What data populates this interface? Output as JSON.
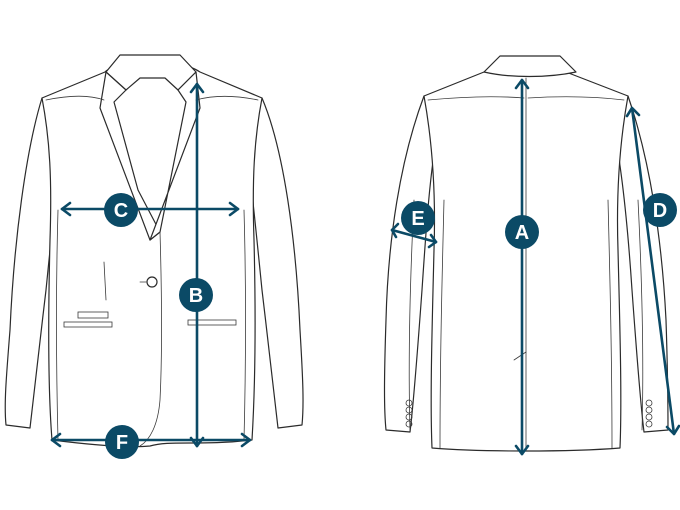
{
  "accent_color": "#0b4a66",
  "views": [
    {
      "name": "front",
      "icon": "jacket-front-illustration"
    },
    {
      "name": "back",
      "icon": "jacket-back-illustration"
    }
  ],
  "measurements": {
    "A": {
      "label": "A"
    },
    "B": {
      "label": "B"
    },
    "C": {
      "label": "C"
    },
    "D": {
      "label": "D"
    },
    "E": {
      "label": "E"
    },
    "F": {
      "label": "F"
    }
  }
}
